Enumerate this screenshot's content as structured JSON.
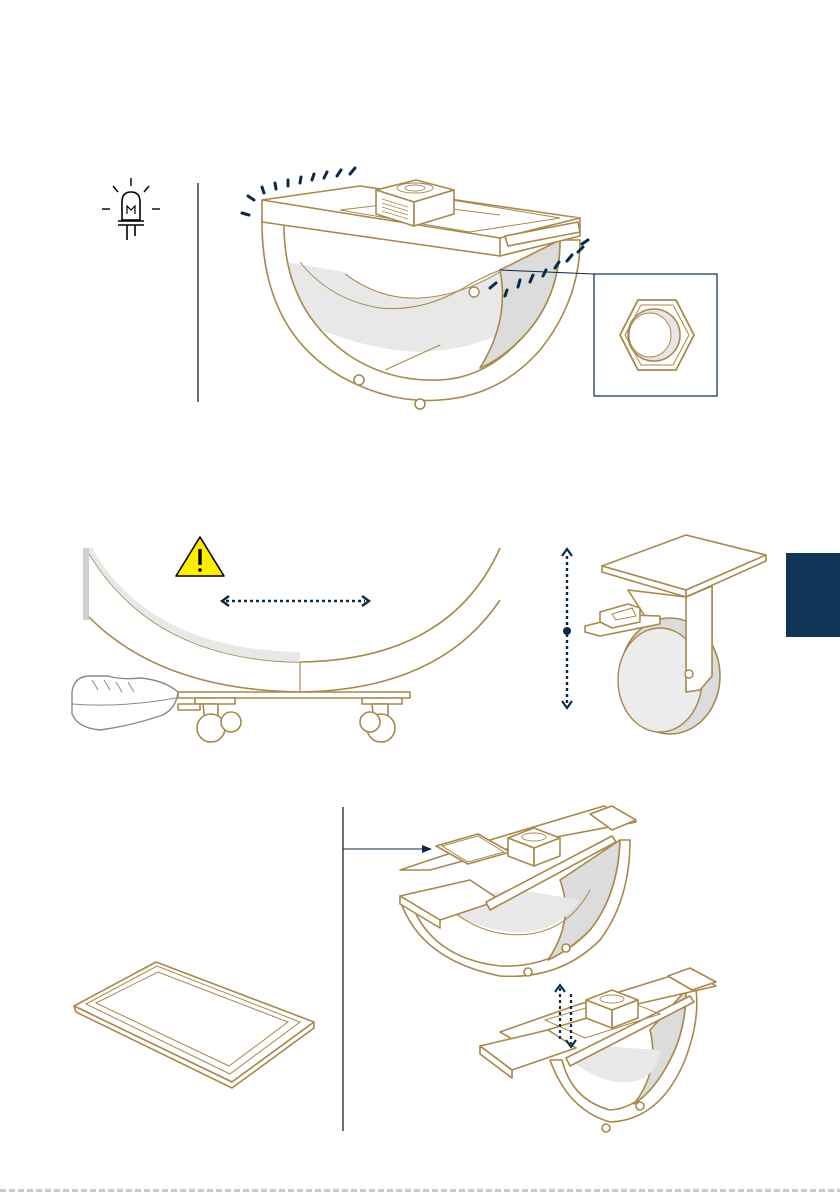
{
  "page": {
    "background": "#ffffff",
    "accent_outline": "#a8884c",
    "marker_color": "#0b2a45",
    "side_tab_color": "#0f3557"
  },
  "icons": {
    "led": "led-bulb-icon",
    "warning": "warning-triangle-icon",
    "nut": "hex-nut-icon",
    "shoe": "shoe-icon",
    "caster": "locking-caster-icon"
  },
  "figures": [
    "cart-with-lights",
    "bolt-detail",
    "cart-wheels-brake",
    "caster-brake",
    "tray",
    "cart-tray-insert",
    "cart-lid-adjust"
  ]
}
